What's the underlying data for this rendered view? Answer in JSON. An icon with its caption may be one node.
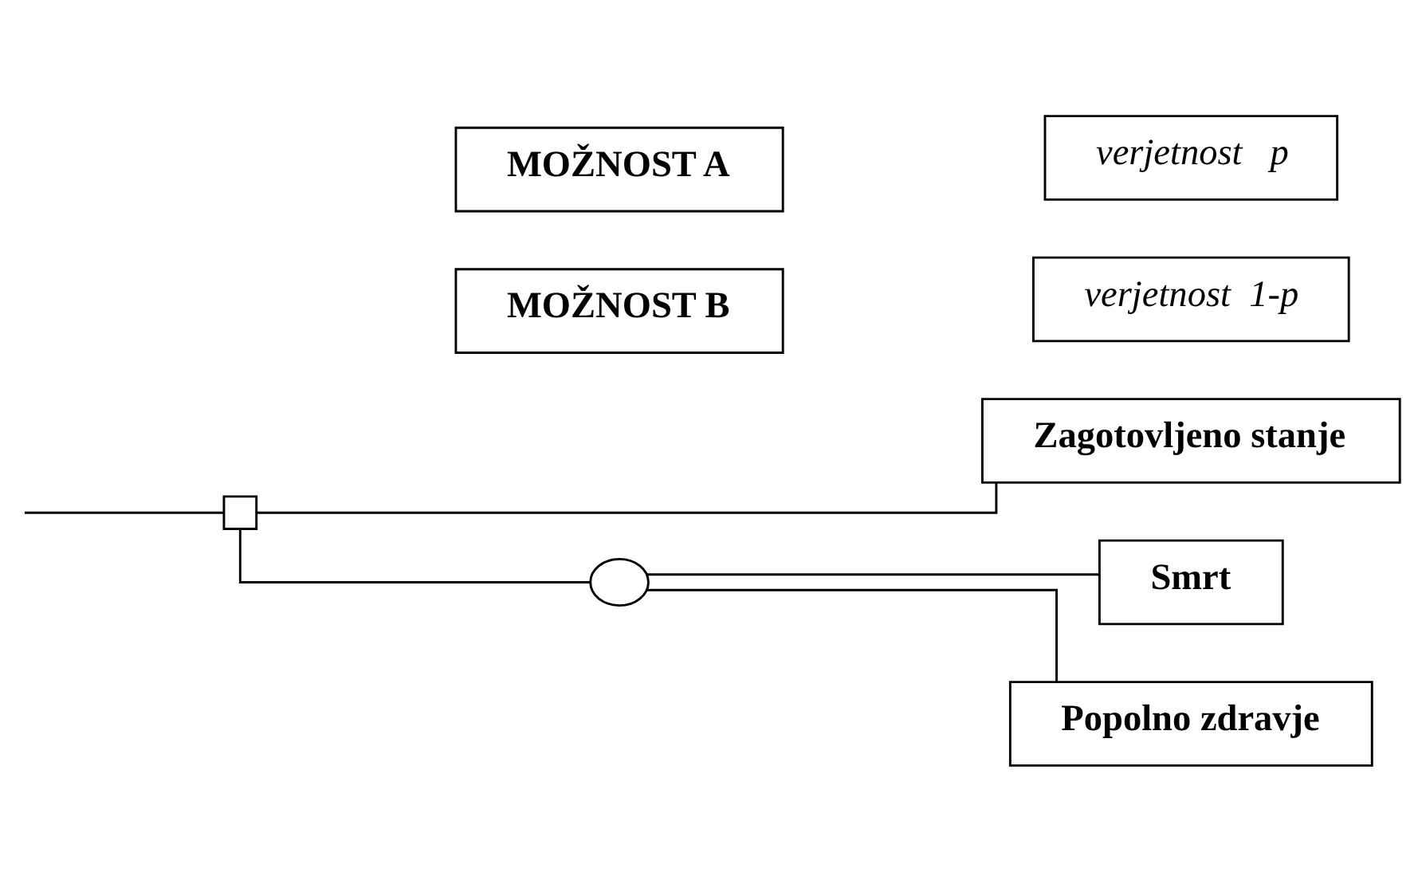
{
  "diagram": {
    "nodes": [
      {
        "text": [
          "verjetnost   p"
        ]
      },
      {
        "text": [
          "Popolno zdravje"
        ]
      },
      {
        "text": [
          "MOŽNOST A"
        ]
      },
      {
        "text": [],
        "shape": "circle"
      },
      {
        "text": [
          "verjetnost  1-p"
        ]
      },
      {
        "text": [
          "Smrt"
        ]
      },
      {
        "text": [],
        "shape": "box"
      },
      {
        "text": [
          "MOŽNOST B"
        ]
      },
      {
        "text": [
          "Zagotovljeno stanje"
        ]
      }
    ],
    "edges": [
      {
        "from": null,
        "to": 6,
        "arrow": "none"
      },
      {
        "from": 6,
        "to": 3,
        "arrow": "none"
      },
      {
        "from": 3,
        "to": 1,
        "arrow": "none"
      },
      {
        "from": 3,
        "to": 5,
        "arrow": "none"
      },
      {
        "from": 6,
        "to": 8,
        "arrow": "none"
      }
    ]
  }
}
